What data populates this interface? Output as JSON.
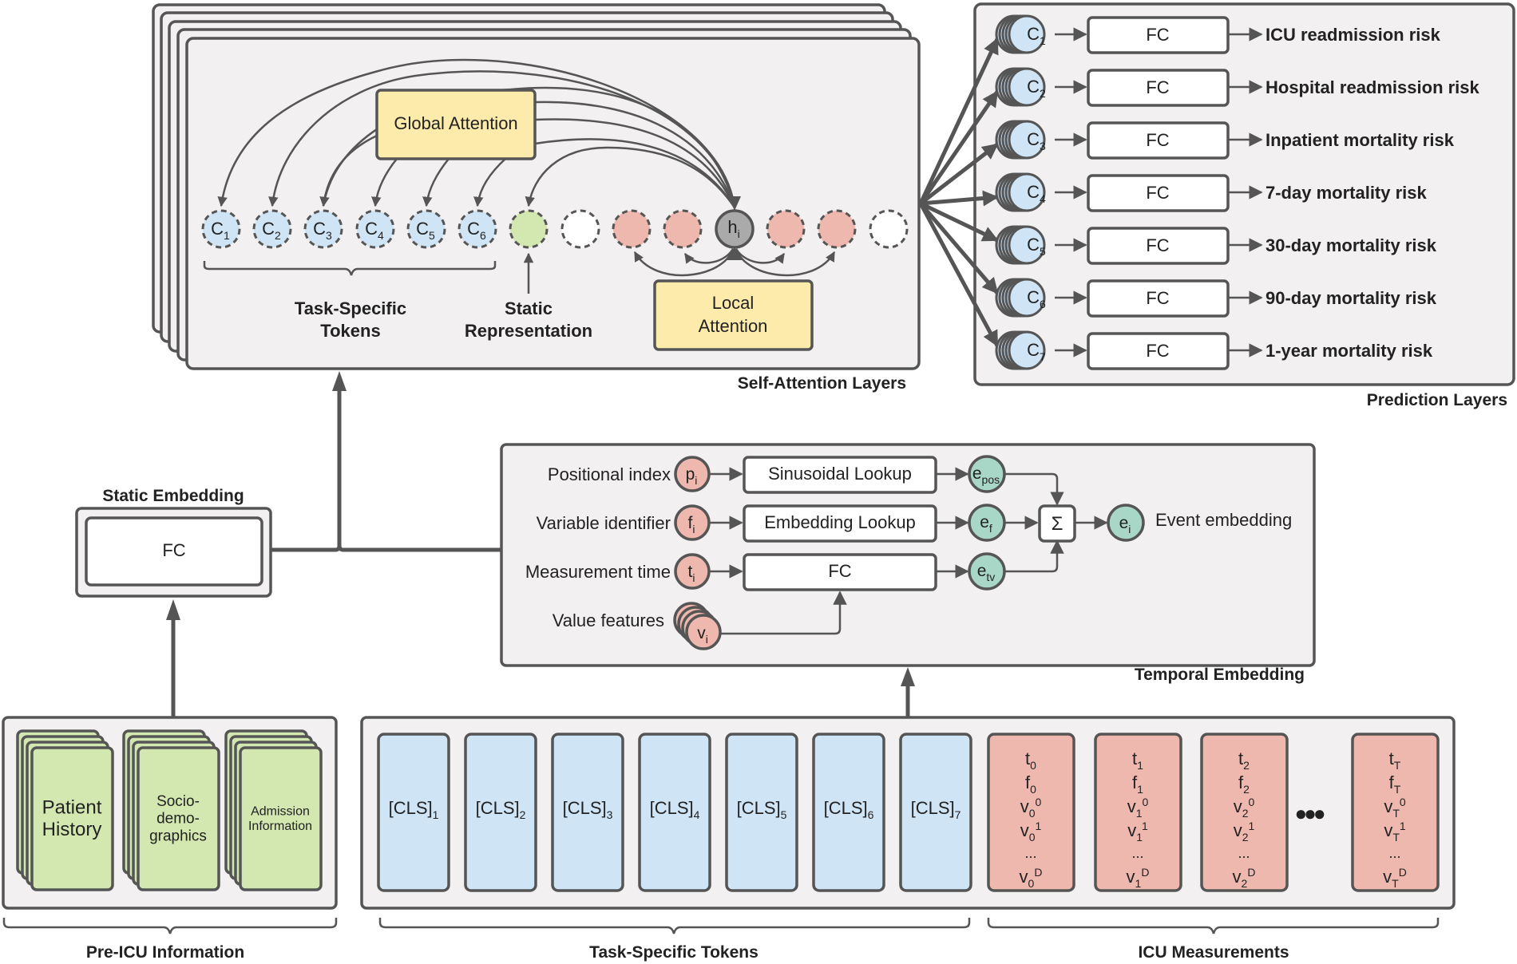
{
  "self_attention": {
    "title": "Self-Attention Layers",
    "global_attention": "Global Attention",
    "local_attention": [
      "Local",
      "Attention"
    ],
    "task_tokens": [
      {
        "base": "C",
        "sub": "1"
      },
      {
        "base": "C",
        "sub": "2"
      },
      {
        "base": "C",
        "sub": "3"
      },
      {
        "base": "C",
        "sub": "4"
      },
      {
        "base": "C",
        "sub": "5"
      },
      {
        "base": "C",
        "sub": "6"
      }
    ],
    "hidden_token": {
      "base": "h",
      "sub": "i"
    },
    "task_tokens_label": [
      "Task-Specific",
      "Tokens"
    ],
    "static_label": [
      "Static",
      "Representation"
    ]
  },
  "prediction": {
    "title": "Prediction Layers",
    "rows": [
      {
        "token": {
          "base": "C",
          "sub": "1"
        },
        "layer": "FC",
        "output": "ICU readmission risk"
      },
      {
        "token": {
          "base": "C",
          "sub": "2"
        },
        "layer": "FC",
        "output": "Hospital readmission risk"
      },
      {
        "token": {
          "base": "C",
          "sub": "3"
        },
        "layer": "FC",
        "output": "Inpatient mortality risk"
      },
      {
        "token": {
          "base": "C",
          "sub": "4"
        },
        "layer": "FC",
        "output": "7-day mortality risk"
      },
      {
        "token": {
          "base": "C",
          "sub": "5"
        },
        "layer": "FC",
        "output": "30-day mortality risk"
      },
      {
        "token": {
          "base": "C",
          "sub": "6"
        },
        "layer": "FC",
        "output": "90-day mortality risk"
      },
      {
        "token": {
          "base": "C",
          "sub": "7"
        },
        "layer": "FC",
        "output": "1-year mortality risk"
      }
    ]
  },
  "static_embedding": {
    "title": "Static Embedding",
    "layer": "FC"
  },
  "temporal_embedding": {
    "title": "Temporal Embedding",
    "rows": [
      {
        "label": "Positional index",
        "node": {
          "base": "p",
          "sub": "i"
        },
        "op": "Sinusoidal Lookup",
        "out": {
          "base": "e",
          "sub": "pos"
        }
      },
      {
        "label": "Variable identifier",
        "node": {
          "base": "f",
          "sub": "i"
        },
        "op": "Embedding Lookup",
        "out": {
          "base": "e",
          "sub": "f"
        }
      },
      {
        "label": "Measurement time",
        "node": {
          "base": "t",
          "sub": "i"
        },
        "op": "FC",
        "out": {
          "base": "e",
          "sub": "tv"
        }
      }
    ],
    "value_label": "Value features",
    "value_node": {
      "base": "v",
      "sub": "i"
    },
    "sum_symbol": "Σ",
    "event_node": {
      "base": "e",
      "sub": "i"
    },
    "event_label": "Event embedding"
  },
  "pre_icu": {
    "title": "Pre-ICU Information",
    "cards": [
      {
        "lines": [
          "Patient",
          "History"
        ]
      },
      {
        "lines": [
          "Socio-",
          "demo-",
          "graphics"
        ]
      },
      {
        "lines": [
          "Admission",
          "Information"
        ]
      }
    ]
  },
  "task_specific_tokens": {
    "title": "Task-Specific Tokens",
    "tokens": [
      {
        "base": "[CLS]",
        "sub": "1"
      },
      {
        "base": "[CLS]",
        "sub": "2"
      },
      {
        "base": "[CLS]",
        "sub": "3"
      },
      {
        "base": "[CLS]",
        "sub": "4"
      },
      {
        "base": "[CLS]",
        "sub": "5"
      },
      {
        "base": "[CLS]",
        "sub": "6"
      },
      {
        "base": "[CLS]",
        "sub": "7"
      }
    ]
  },
  "icu_measurements": {
    "title": "ICU Measurements",
    "ellipsis": "●●●",
    "steps": [
      {
        "idx": "0",
        "lines": [
          {
            "b": "t",
            "s": "0",
            "p": ""
          },
          {
            "b": "f",
            "s": "0",
            "p": ""
          },
          {
            "b": "v",
            "s": "0",
            "p": "0"
          },
          {
            "b": "v",
            "s": "0",
            "p": "1"
          },
          {
            "b": "...",
            "s": "",
            "p": ""
          },
          {
            "b": "v",
            "s": "0",
            "p": "D"
          }
        ]
      },
      {
        "idx": "1",
        "lines": [
          {
            "b": "t",
            "s": "1",
            "p": ""
          },
          {
            "b": "f",
            "s": "1",
            "p": ""
          },
          {
            "b": "v",
            "s": "1",
            "p": "0"
          },
          {
            "b": "v",
            "s": "1",
            "p": "1"
          },
          {
            "b": "...",
            "s": "",
            "p": ""
          },
          {
            "b": "v",
            "s": "1",
            "p": "D"
          }
        ]
      },
      {
        "idx": "2",
        "lines": [
          {
            "b": "t",
            "s": "2",
            "p": ""
          },
          {
            "b": "f",
            "s": "2",
            "p": ""
          },
          {
            "b": "v",
            "s": "2",
            "p": "0"
          },
          {
            "b": "v",
            "s": "2",
            "p": "1"
          },
          {
            "b": "...",
            "s": "",
            "p": ""
          },
          {
            "b": "v",
            "s": "2",
            "p": "D"
          }
        ]
      },
      {
        "idx": "T",
        "lines": [
          {
            "b": "t",
            "s": "T",
            "p": ""
          },
          {
            "b": "f",
            "s": "T",
            "p": ""
          },
          {
            "b": "v",
            "s": "T",
            "p": "0"
          },
          {
            "b": "v",
            "s": "T",
            "p": "1"
          },
          {
            "b": "...",
            "s": "",
            "p": ""
          },
          {
            "b": "v",
            "s": "T",
            "p": "D"
          }
        ]
      }
    ]
  },
  "colors": {
    "panel": "#f2f0f1",
    "stroke": "#555555",
    "token_blue": "#cfe4f5",
    "static_green": "#d3e8b0",
    "measure_red": "#eeb8ae",
    "embedding_teal": "#a9d7c7",
    "attention_yellow": "#fcebab"
  }
}
